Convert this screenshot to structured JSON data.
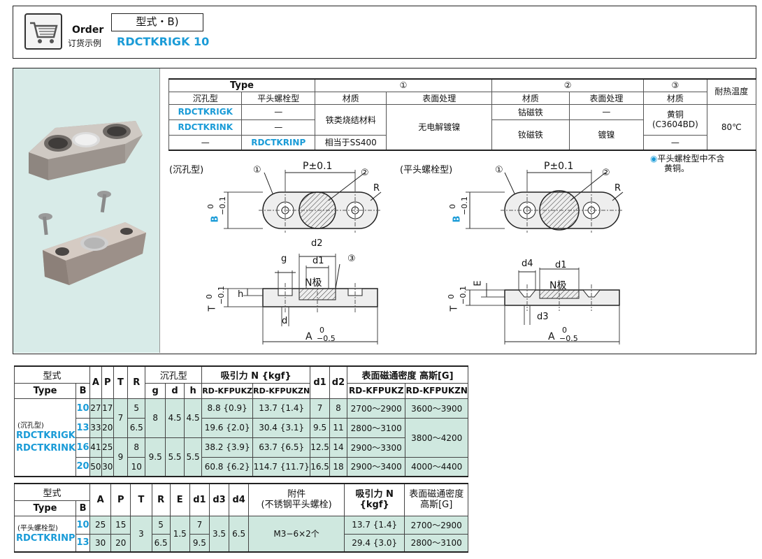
{
  "order": {
    "label_en": "Order",
    "label_cn": "订货示例",
    "model_label": "型式・B)",
    "code": "RDCTKRIGK 10"
  },
  "type_table": {
    "h_type": "Type",
    "h_1": "①",
    "h_2": "②",
    "h_3": "③",
    "h_temp": "耐热温度",
    "h_counter": "沉孔型",
    "h_flat": "平头螺栓型",
    "h_material": "材质",
    "h_surface": "表面处理",
    "r1_counter": "RDCTKRIGK",
    "r1_flat": "—",
    "r2_counter": "RDCTKRINK",
    "r2_flat": "—",
    "r3_counter": "—",
    "r3_flat": "RDCTKRINP",
    "m1_a": "铁类烧结材料",
    "m1_b": "相当于SS400",
    "s1": "无电解镀镍",
    "m2_a": "钴磁铁",
    "m2_b": "钕磁铁",
    "s2_a": "—",
    "s2_b": "镀镍",
    "m3_a": "黄铜",
    "m3_a2": "(C3604BD)",
    "m3_b": "—",
    "temp": "80℃"
  },
  "notes": {
    "brass": "平头螺栓型中不含",
    "brass2": "黄铜。"
  },
  "drawing": {
    "counter_label": "(沉孔型)",
    "flat_label": "(平头螺栓型)",
    "p": "P±0.1",
    "b": "B",
    "b_tol": "−0.1",
    "b_tol0": "0",
    "t": "T",
    "t_tol": "−0.1",
    "t_tol0": "0",
    "a": "A",
    "a_tol": "−0.5",
    "a_tol0": "0",
    "r": "R",
    "c1": "①",
    "c2": "②",
    "c3": "③",
    "d2": "d2",
    "d1": "d1",
    "d4": "d4",
    "d3": "d3",
    "g": "g",
    "h": "h",
    "d": "d",
    "e": "E",
    "npole": "N极"
  },
  "spec1": {
    "h_model": "型式",
    "h_type": "Type",
    "h_b": "B",
    "h_a": "A",
    "h_p": "P",
    "h_t": "T",
    "h_r": "R",
    "h_counter": "沉孔型",
    "h_g": "g",
    "h_d": "d",
    "h_h": "h",
    "h_force": "吸引力 N {kgf}",
    "h_d1": "d1",
    "h_d2": "d2",
    "h_flux": "表面磁通密度 高斯[G]",
    "h_kfpukz": "RD-KFPUKZ",
    "h_kfpukzn": "RD-KFPUKZN",
    "type_small": "(沉孔型)",
    "type1": "RDCTKRIGK",
    "type2": "RDCTKRINK",
    "rows": [
      {
        "b": "10",
        "a": "27",
        "p": "17",
        "r": "5",
        "f1": "8.8 {0.9}",
        "f2": "13.7 {1.4}",
        "d1": "7",
        "d2": "8",
        "g1": "2700～2900",
        "g2": "3600～3900"
      },
      {
        "b": "13",
        "a": "33",
        "p": "20",
        "r": "6.5",
        "f1": "19.6 {2.0}",
        "f2": "30.4 {3.1}",
        "d1": "9.5",
        "d2": "11",
        "g1": "2800～3100",
        "g2": "3800～4200"
      },
      {
        "b": "16",
        "a": "41",
        "p": "25",
        "r": "8",
        "f1": "38.2 {3.9}",
        "f2": "63.7 {6.5}",
        "d1": "12.5",
        "d2": "14",
        "g1": "2900～3300",
        "g2": ""
      },
      {
        "b": "20",
        "a": "50",
        "p": "30",
        "r": "10",
        "f1": "60.8 {6.2}",
        "f2": "114.7 {11.7}",
        "d1": "16.5",
        "d2": "18",
        "g1": "2900～3400",
        "g2": "4000～4400"
      }
    ],
    "t_a": "7",
    "t_b": "9",
    "g_a": "8",
    "g_b": "9.5",
    "d_a": "4.5",
    "d_b": "5.5",
    "hh_a": "4.5",
    "hh_b": "5.5"
  },
  "spec2": {
    "h_model": "型式",
    "h_type": "Type",
    "h_b": "B",
    "h_a": "A",
    "h_p": "P",
    "h_t": "T",
    "h_r": "R",
    "h_e": "E",
    "h_d1": "d1",
    "h_d3": "d3",
    "h_d4": "d4",
    "h_acc": "附件",
    "h_acc2": "(不锈钢平头螺栓)",
    "h_force": "吸引力 N",
    "h_force2": "{kgf}",
    "h_flux": "表面磁通密度",
    "h_flux2": "高斯[G]",
    "type_small": "(平头螺栓型)",
    "type": "RDCTKRINP",
    "rows": [
      {
        "b": "10",
        "a": "25",
        "p": "15",
        "r": "5",
        "d1": "7",
        "f": "13.7 {1.4}",
        "g": "2700～2900"
      },
      {
        "b": "13",
        "a": "30",
        "p": "20",
        "r": "6.5",
        "d1": "9.5",
        "f": "29.4 {3.0}",
        "g": "2800～3100"
      }
    ],
    "t": "3",
    "e": "1.5",
    "d3": "3.5",
    "d4": "6.5",
    "acc": "M3−6×2个"
  }
}
